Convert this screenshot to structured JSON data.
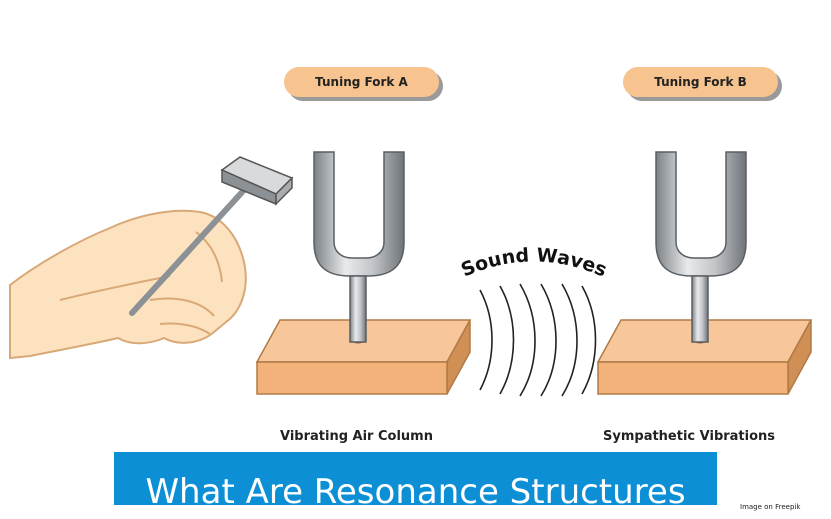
{
  "labels": {
    "fork_a": "Tuning Fork A",
    "fork_b": "Tuning Fork B",
    "sound_waves": "Sound Waves",
    "caption_a": "Vibrating Air Column",
    "caption_b": "Sympathetic Vibrations"
  },
  "banner": {
    "title": "What Are Resonance Structures"
  },
  "credit": "Image on Freepik",
  "colors": {
    "pill": "#f7c38e",
    "wood": "#f2b27a",
    "banner": "#0d8fd6",
    "metal": "#b8bcc0",
    "skin": "#fde2c0"
  }
}
